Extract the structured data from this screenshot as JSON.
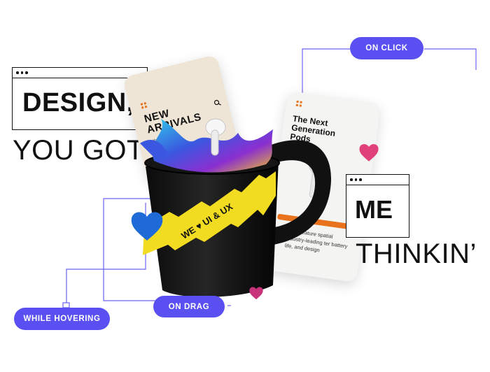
{
  "headline": {
    "design": "DESIGN,",
    "you_got": "YOU GOT",
    "me": "ME",
    "thinkin": "THINKIN’"
  },
  "labels": {
    "on_click": "ON CLICK",
    "while_hovering": "WHILE HOVERING",
    "on_drag": "ON DRAG"
  },
  "card_left": {
    "title": "NEW ARRIVALS",
    "subtitle": "th Products"
  },
  "card_right": {
    "title": "The Next Generation Pods",
    "body": "Pods feature spatial industry-leading ter battery life, and design"
  },
  "mug": {
    "band_text": "WE ♥ UI & UX"
  },
  "colors": {
    "accent": "#5a4ff0",
    "band": "#f2dc22",
    "mug": "#111111",
    "heart_blue": "#1e6ad6",
    "heart_pink": "#e0417a"
  },
  "icons": [
    "heart-icon",
    "search-icon",
    "grid-icon",
    "earbud-icon"
  ]
}
